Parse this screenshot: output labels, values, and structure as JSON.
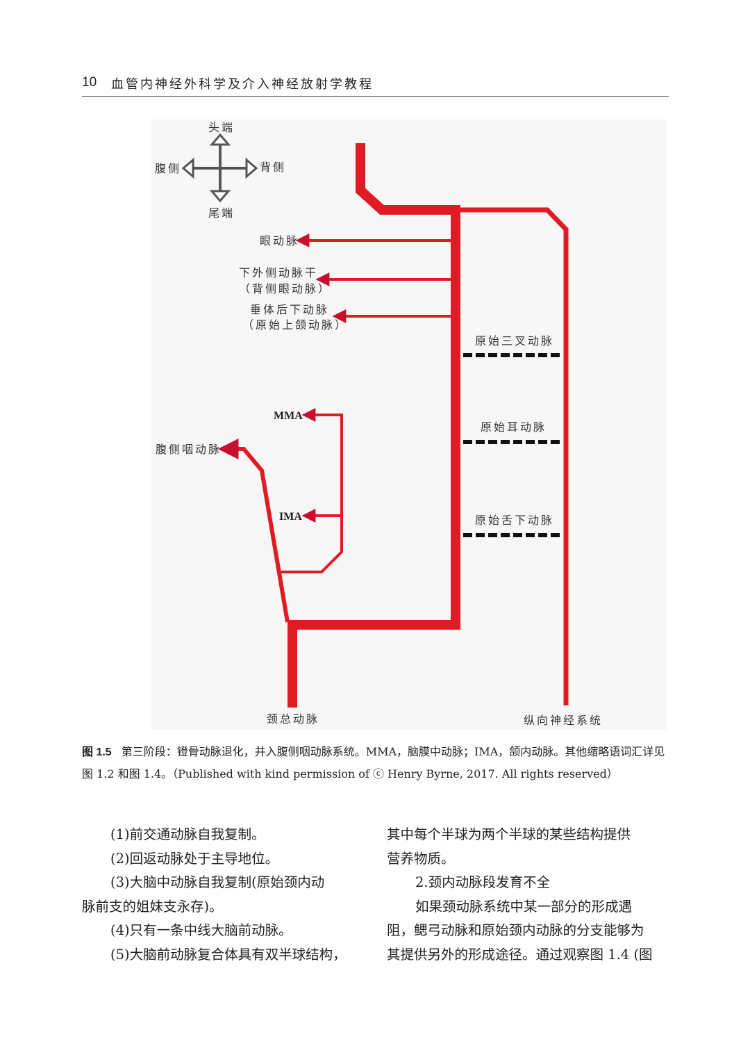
{
  "header": {
    "page_number": "10",
    "book_title": "血管内神经外科学及介入神经放射学教程"
  },
  "figure": {
    "orientation": {
      "top": "头端",
      "left": "腹侧",
      "right": "背侧",
      "bottom": "尾端"
    },
    "branches": [
      "眼动脉",
      "下外侧动脉干",
      "（背侧眼动脉）",
      "垂体后下动脉",
      "（原始上颌动脉）"
    ],
    "primitive_arteries": [
      "原始三叉动脉",
      "原始耳动脉",
      "原始舌下动脉"
    ],
    "mma": "MMA",
    "ima": "IMA",
    "ventral_pharyngeal": "腹侧咽动脉",
    "common_carotid": "颈总动脉",
    "longitudinal_neural": "纵向神经系统",
    "colors": {
      "artery": "#e01b24",
      "arrow_tip": "#c8102e",
      "dashes": "#111111",
      "compass": "#555555"
    }
  },
  "caption": {
    "label": "图 1.5",
    "text": "第三阶段：镫骨动脉退化，并入腹侧咽动脉系统。MMA，脑膜中动脉；IMA，颌内动脉。其他缩略语词汇详见图 1.2 和图 1.4。（Published with kind permission of ⓒ Henry Byrne, 2017. All rights reserved）"
  },
  "body": {
    "left_column": [
      "(1)前交通动脉自我复制。",
      "(2)回返动脉处于主导地位。",
      "(3)大脑中动脉自我复制(原始颈内动",
      "脉前支的姐妹支永存)。",
      "(4)只有一条中线大脑前动脉。",
      "(5)大脑前动脉复合体具有双半球结构，"
    ],
    "right_column": [
      "其中每个半球为两个半球的某些结构提供",
      "营养物质。",
      "2.颈内动脉段发育不全",
      "如果颈动脉系统中某一部分的形成遇",
      "阻，鳃弓动脉和原始颈内动脉的分支能够为",
      "其提供另外的形成途径。通过观察图 1.4 (图"
    ]
  }
}
